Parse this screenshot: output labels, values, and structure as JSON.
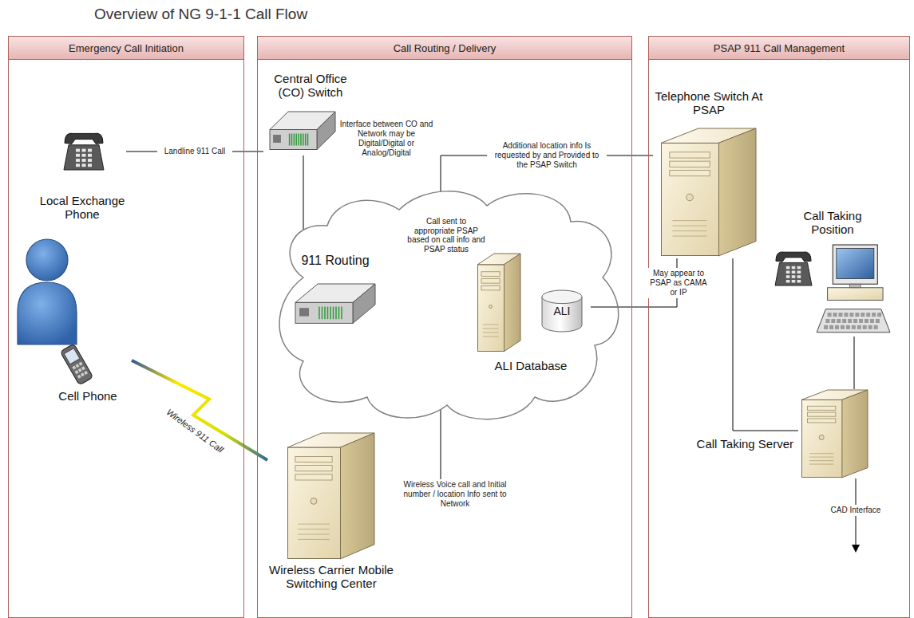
{
  "diagram": {
    "title": "Overview of NG 9-1-1 Call Flow",
    "nodes": [
      {
        "text": [
          "Emergency Call Initiation"
        ]
      },
      {
        "text": [
          "Call Routing / Delivery"
        ]
      },
      {
        "text": [
          "PSAP 911 Call Management"
        ]
      },
      {
        "text": [
          "Local Exchange Phone"
        ],
        "in": 0
      },
      {
        "text": [
          "Cell Phone"
        ],
        "in": 0
      },
      {
        "text": [
          "Central Office (CO) Switch"
        ],
        "in": 1
      },
      {
        "text": [
          "Call sent to appropriate PSAP based on call info and PSAP status"
        ],
        "in": 1
      },
      {
        "text": [
          "911 Routing"
        ],
        "in": 6
      },
      {
        "text": [
          "ALI",
          "ALI Database"
        ],
        "in": 6
      },
      {
        "text": [
          "Wireless Carrier Mobile Switching Center"
        ],
        "in": 1
      },
      {
        "text": [
          "Telephone Switch At PSAP"
        ],
        "in": 2
      },
      {
        "text": [
          "Call Taking Position"
        ],
        "in": 2
      },
      {
        "text": [
          "Call Taking Server"
        ],
        "in": 2
      }
    ],
    "edges": [
      {
        "from": 3,
        "to": 5,
        "label": "Landline 911 Call",
        "arrow": "none"
      },
      {
        "from": 4,
        "to": 9,
        "label": "Wireless 911 Call",
        "arrow": "none"
      },
      {
        "from": 5,
        "to": 6,
        "arrow": "none"
      },
      {
        "from": 6,
        "to": 10,
        "label": "Additional location info Is requested by and Provided to the PSAP Switch",
        "arrow": "none"
      },
      {
        "from": 8,
        "to": 10,
        "label": "May appear to PSAP as CAMA or IP",
        "arrow": "none"
      },
      {
        "from": 9,
        "to": 6,
        "label": "Wireless Voice call and Initial number / location Info sent to Network",
        "arrow": "none"
      },
      {
        "from": 10,
        "to": 12,
        "arrow": "none"
      },
      {
        "from": 11,
        "to": 12,
        "arrow": "none"
      }
    ],
    "labels": [
      "Interface between CO and Network may be Digital/Digital or Analog/Digital",
      "CAD Interface"
    ]
  }
}
